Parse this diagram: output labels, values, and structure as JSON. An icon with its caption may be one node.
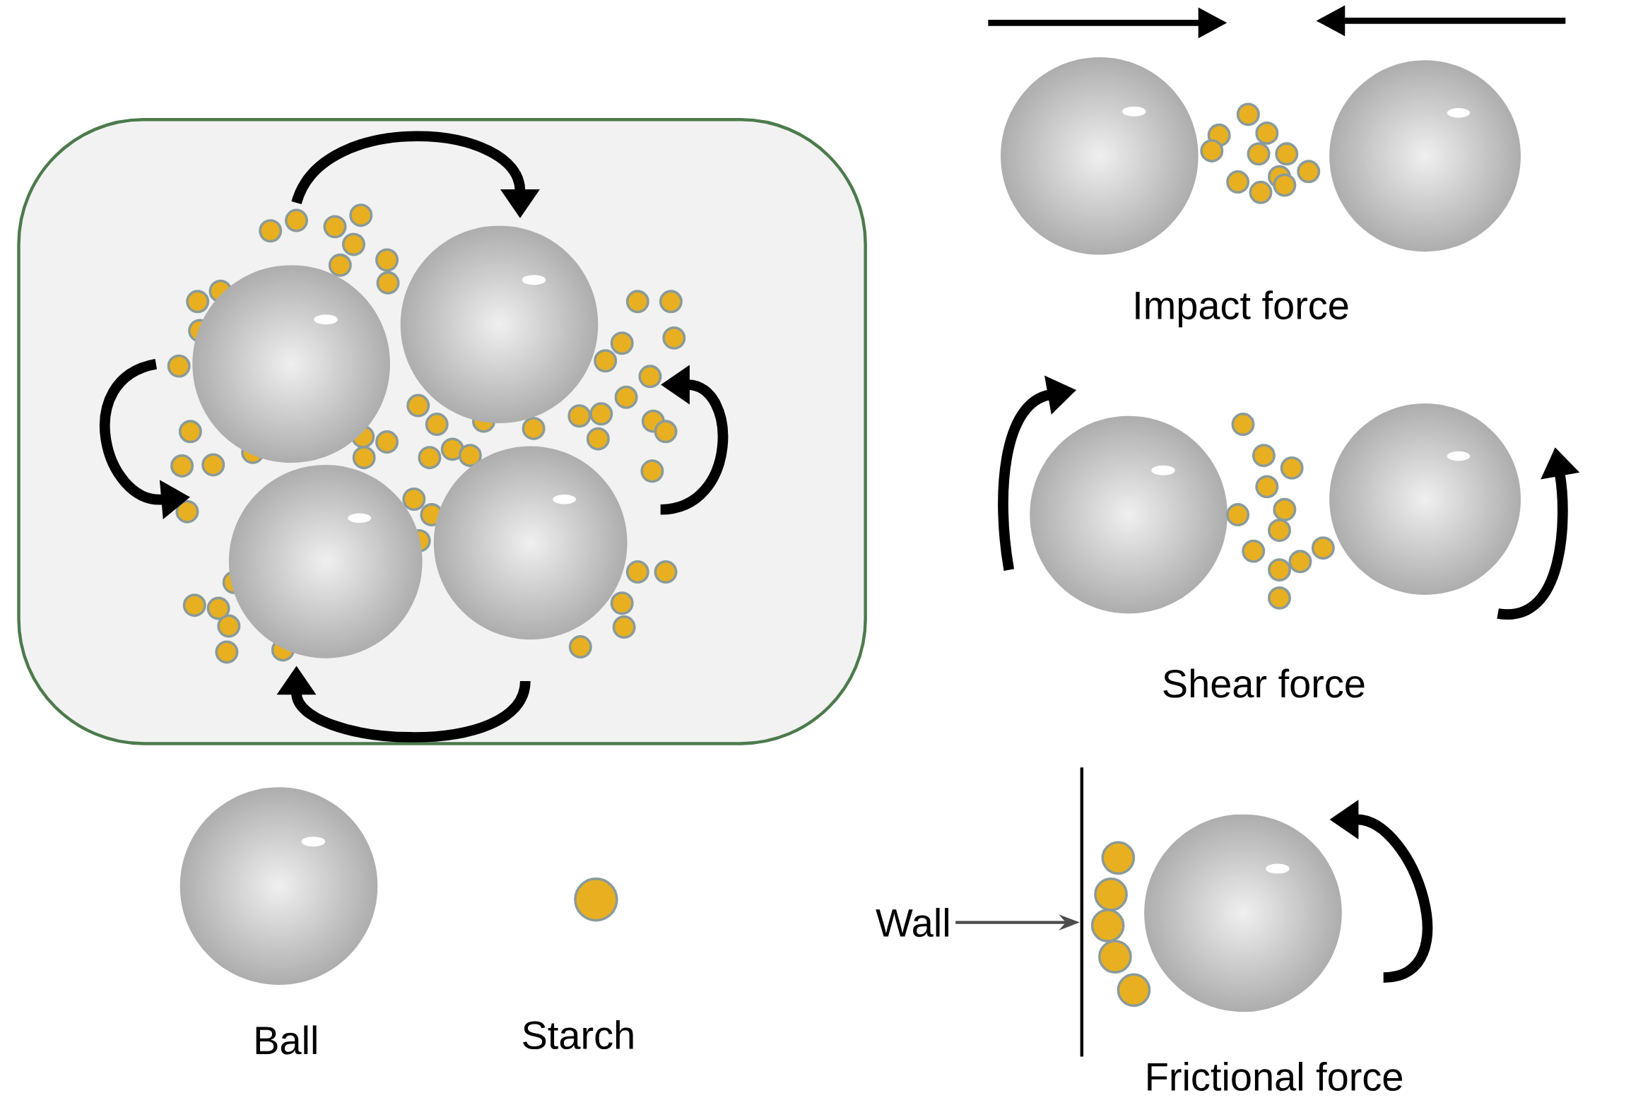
{
  "diagram": {
    "nodes": [
      {
        "text": [
          "Wall"
        ]
      },
      {
        "text": [],
        "shape": "line"
      }
    ],
    "edges": [
      {
        "from": 0,
        "to": 1,
        "arrow": "to"
      }
    ],
    "labels": [
      "Impact force",
      "Shear force",
      "Ball",
      "Starch",
      "Frictional force"
    ]
  }
}
